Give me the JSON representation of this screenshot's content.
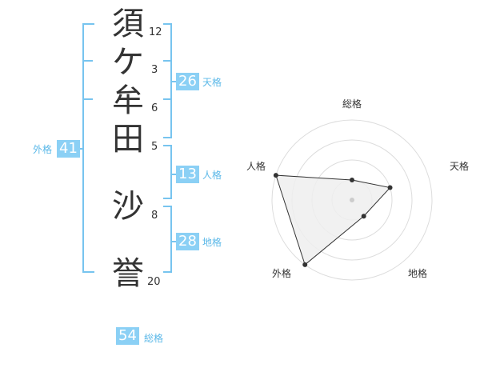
{
  "name": {
    "characters": [
      {
        "char": "須",
        "strokes": "12"
      },
      {
        "char": "ケ",
        "strokes": "3"
      },
      {
        "char": "牟",
        "strokes": "6"
      },
      {
        "char": "田",
        "strokes": "5"
      },
      {
        "char": "沙",
        "strokes": "8"
      },
      {
        "char": "誉",
        "strokes": "20"
      }
    ]
  },
  "fortune": {
    "tenkaku": {
      "label": "天格",
      "value": "26"
    },
    "jinkaku": {
      "label": "人格",
      "value": "13"
    },
    "chikaku": {
      "label": "地格",
      "value": "28"
    },
    "gaikaku": {
      "label": "外格",
      "value": "41"
    },
    "soukaku": {
      "label": "総格",
      "value": "54"
    }
  },
  "radar": {
    "axes": [
      "総格",
      "天格",
      "地格",
      "外格",
      "人格"
    ],
    "levels": 4,
    "values": [
      1,
      2,
      1,
      4,
      4
    ],
    "max": 4,
    "line_color": "#333333",
    "fill_color": "#eeeeee",
    "grid_color": "#dddddd"
  },
  "colors": {
    "accent": "#8bd0f5",
    "bracket": "#77c4ef",
    "label": "#5bb8e8"
  }
}
